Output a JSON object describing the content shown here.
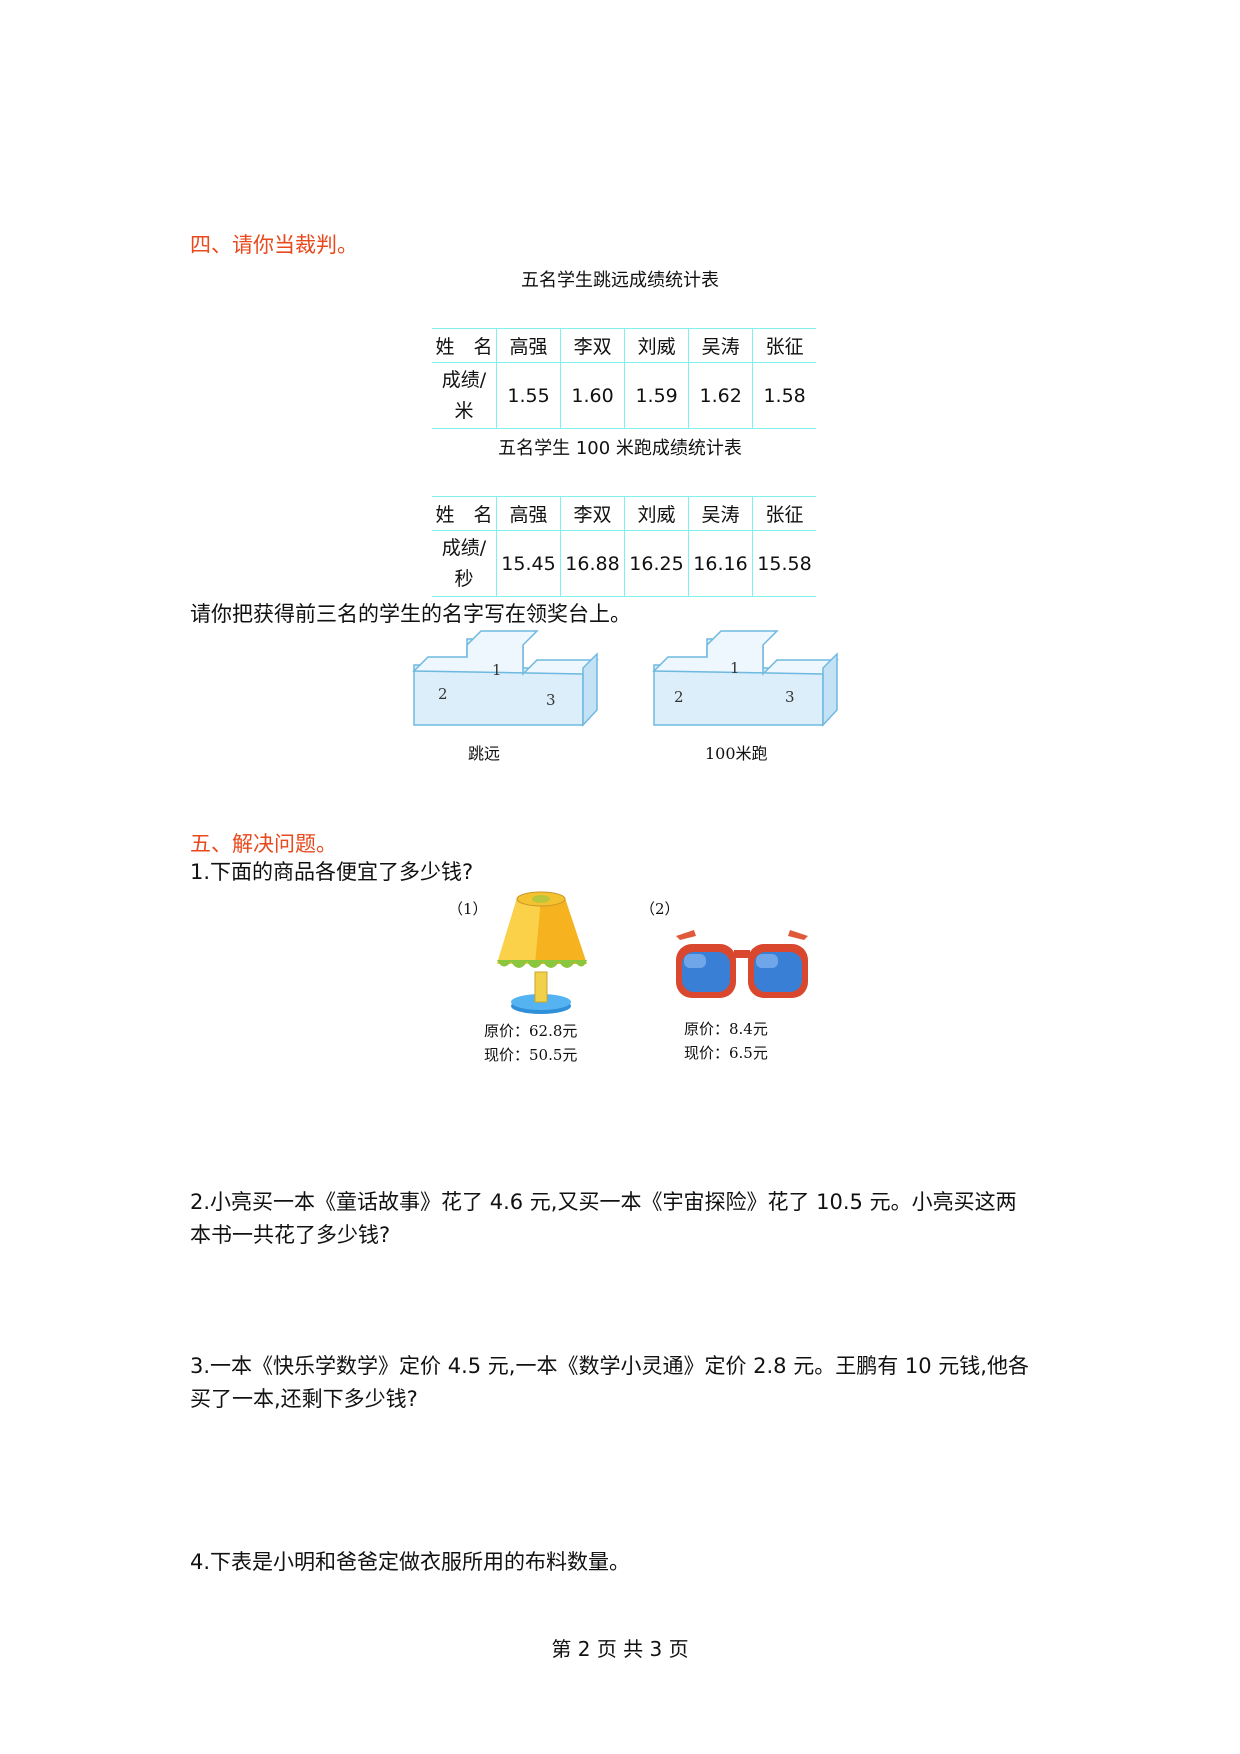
{
  "section4": {
    "heading": "四、请你当裁判。",
    "table1": {
      "title": "五名学生跳远成绩统计表",
      "header_label": "姓　名",
      "names": [
        "高强",
        "李双",
        "刘威",
        "吴涛",
        "张征"
      ],
      "row_label_1": "成绩/",
      "row_label_2": "米",
      "values": [
        "1.55",
        "1.60",
        "1.59",
        "1.62",
        "1.58"
      ]
    },
    "table2": {
      "title": "五名学生 100 米跑成绩统计表",
      "header_label": "姓　名",
      "names": [
        "高强",
        "李双",
        "刘威",
        "吴涛",
        "张征"
      ],
      "row_label_1": "成绩/",
      "row_label_2": "秒",
      "values": [
        "15.45",
        "16.88",
        "16.25",
        "16.16",
        "15.58"
      ]
    },
    "instruction": "请你把获得前三名的学生的名字写在领奖台上。",
    "podium1": {
      "first": "1",
      "second": "2",
      "third": "3",
      "label": "跳远"
    },
    "podium2": {
      "first": "1",
      "second": "2",
      "third": "3",
      "label": "100米跑"
    }
  },
  "section5": {
    "heading": "五、解决问题。",
    "q1": {
      "text": "1.下面的商品各便宜了多少钱?",
      "item1": {
        "tag": "（1）",
        "original": "原价：62.8元",
        "current": "现价：50.5元"
      },
      "item2": {
        "tag": "（2）",
        "original": "原价：8.4元",
        "current": "现价：6.5元"
      }
    },
    "q2_line1": "2.小亮买一本《童话故事》花了 4.6 元,又买一本《宇宙探险》花了 10.5 元。小亮买这两",
    "q2_line2": "本书一共花了多少钱?",
    "q3_line1": "3.一本《快乐学数学》定价 4.5 元,一本《数学小灵通》定价 2.8 元。王鹏有 10 元钱,他各",
    "q3_line2": "买了一本,还剩下多少钱?",
    "q4": "4.下表是小明和爸爸定做衣服所用的布料数量。"
  },
  "footer": {
    "page": "第 2 页 共 3 页"
  },
  "colors": {
    "heading": "#e8491d",
    "table_border": "#7ff0ee",
    "podium": "#dbeefa"
  }
}
